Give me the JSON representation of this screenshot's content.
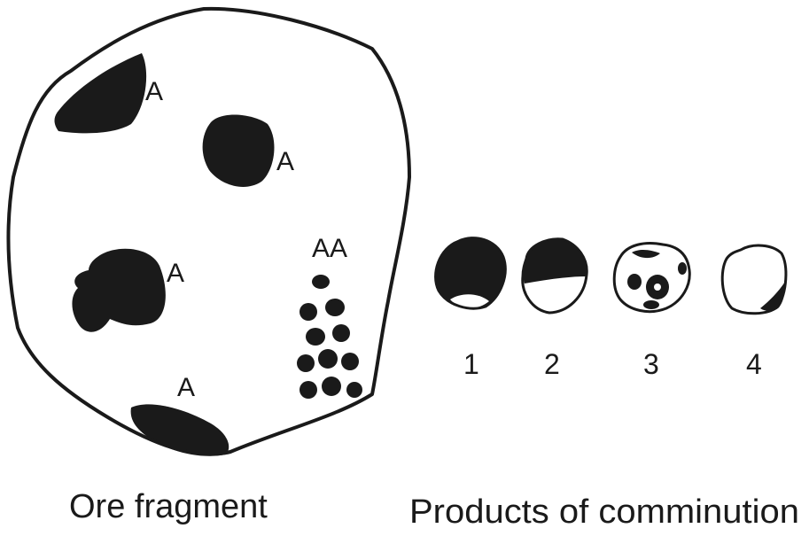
{
  "diagram": {
    "ore_fragment": {
      "mineral_labels": [
        "A",
        "A",
        "A",
        "A",
        "AA"
      ],
      "caption": "Ore fragment"
    },
    "products": {
      "numbers": [
        "1",
        "2",
        "3",
        "4"
      ],
      "caption": "Products of comminution"
    }
  }
}
